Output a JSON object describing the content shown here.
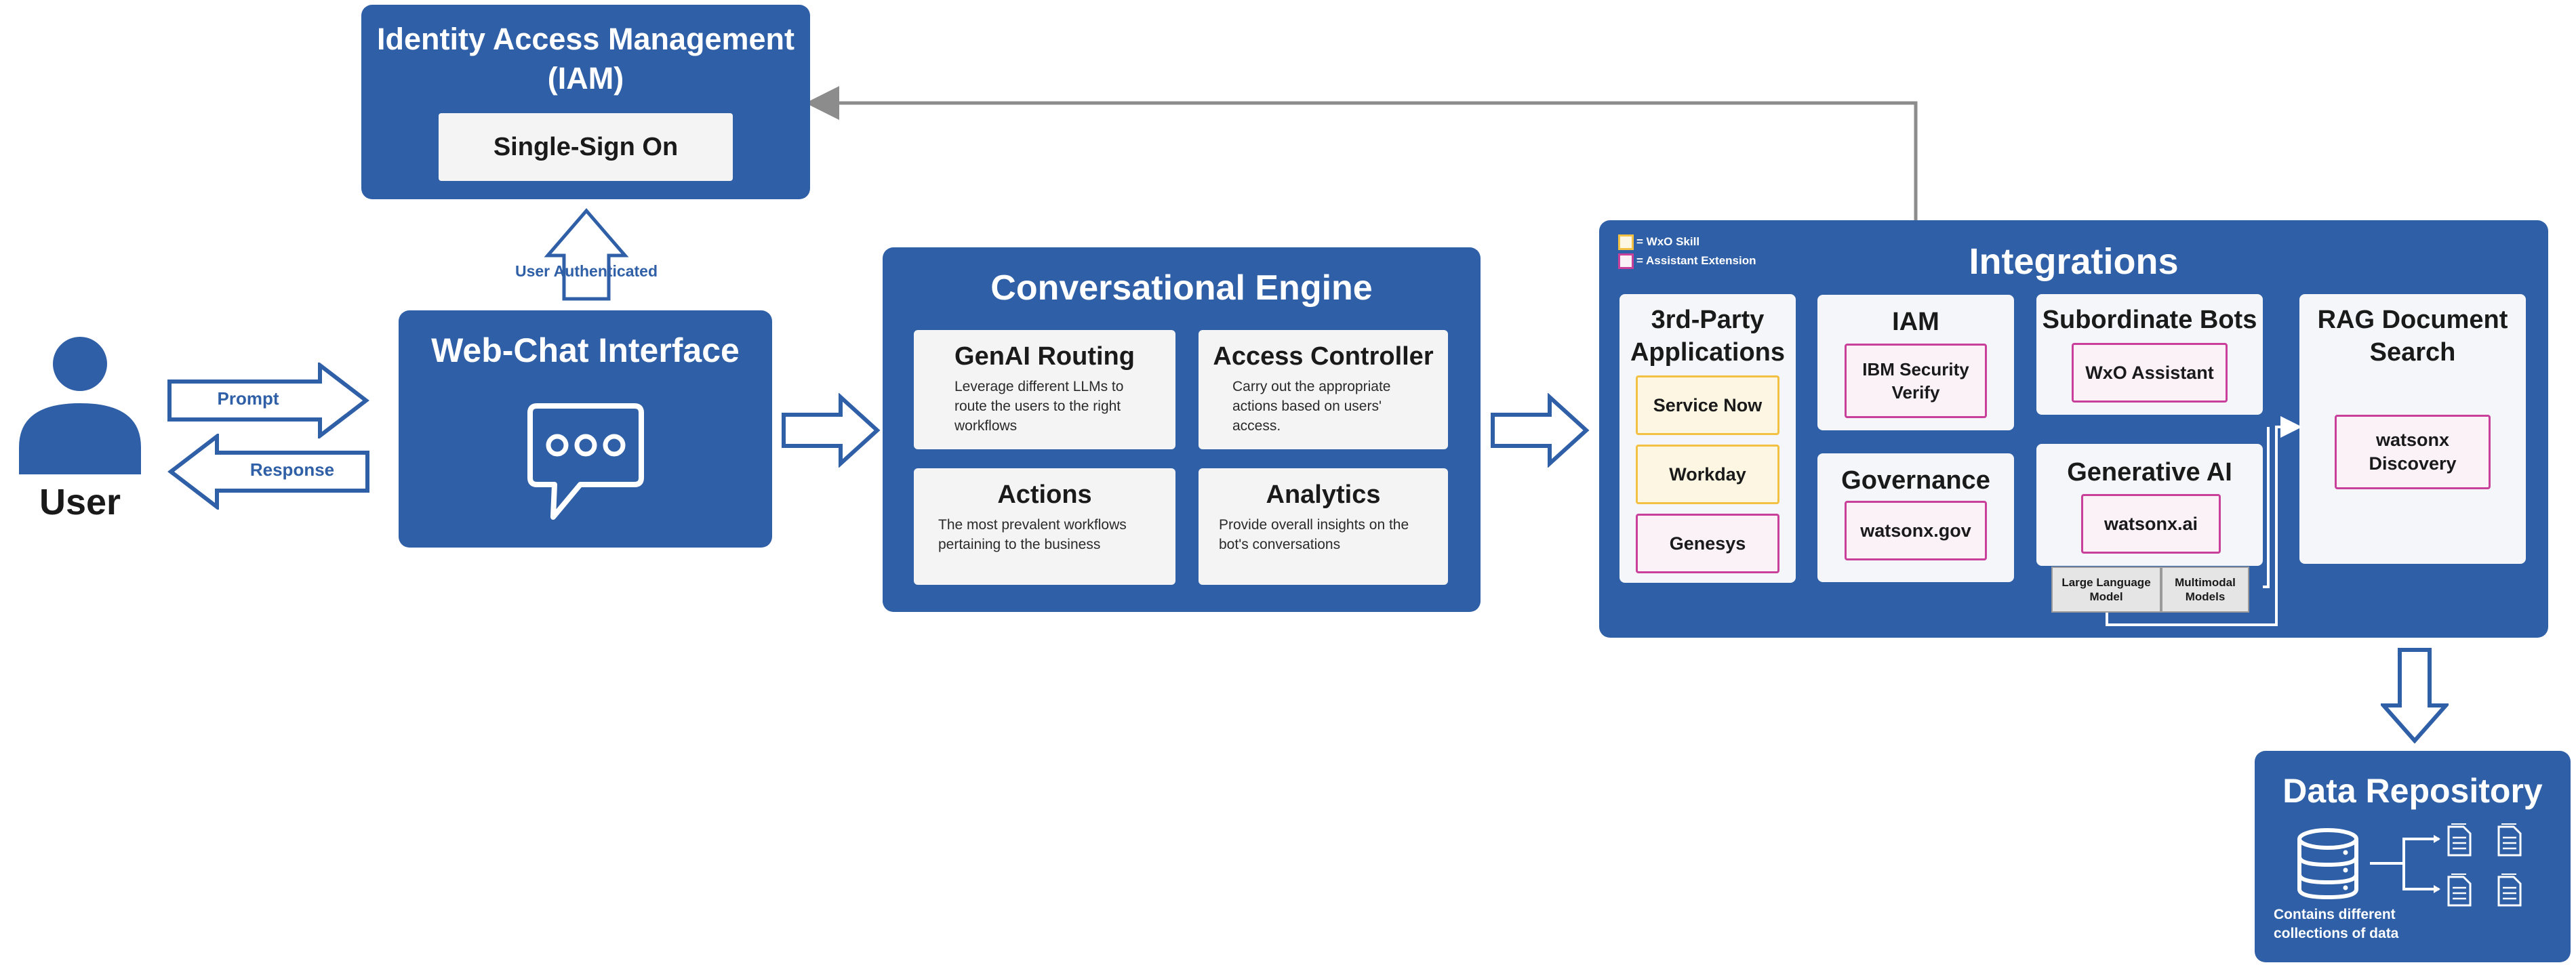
{
  "user": {
    "label": "User"
  },
  "prompt_arrow": {
    "label": "Prompt"
  },
  "response_arrow": {
    "label": "Response"
  },
  "iam_top": {
    "title": "Identity Access Management (IAM)",
    "sso": "Single-Sign On"
  },
  "auth_arrow": {
    "label": "User Authenticated"
  },
  "webchat": {
    "title": "Web-Chat Interface"
  },
  "engine": {
    "title": "Conversational Engine",
    "cards": [
      {
        "title": "GenAI Routing",
        "desc": "Leverage different LLMs to route the users to the right workflows"
      },
      {
        "title": "Access Controller",
        "desc": "Carry out the appropriate actions based on users' access."
      },
      {
        "title": "Actions",
        "desc": "The most prevalent workflows pertaining to the business"
      },
      {
        "title": "Analytics",
        "desc": "Provide overall insights on the bot's conversations"
      }
    ]
  },
  "integrations": {
    "title": "Integrations",
    "legend": {
      "skill": "= WxO Skill",
      "extension": "= Assistant Extension"
    },
    "third_party": {
      "title": "3rd-Party Applications",
      "items": [
        "Service Now",
        "Workday",
        "Genesys"
      ]
    },
    "iam": {
      "title": "IAM",
      "item": "IBM Security Verify"
    },
    "governance": {
      "title": "Governance",
      "item": "watsonx.gov"
    },
    "subordinate": {
      "title": "Subordinate Bots",
      "item": "WxO Assistant"
    },
    "genai": {
      "title": "Generative AI",
      "item": "watsonx.ai",
      "sub": [
        "Large Language Model",
        "Multimodal Models"
      ]
    },
    "rag": {
      "title": "RAG Document Search",
      "item": "watsonx Discovery"
    }
  },
  "repository": {
    "title": "Data Repository",
    "caption": "Contains different collections of data"
  },
  "colors": {
    "primary": "#2f5fa6",
    "skill": "#f2c043",
    "extension": "#c8409a",
    "connector": "#8c8c8c"
  }
}
